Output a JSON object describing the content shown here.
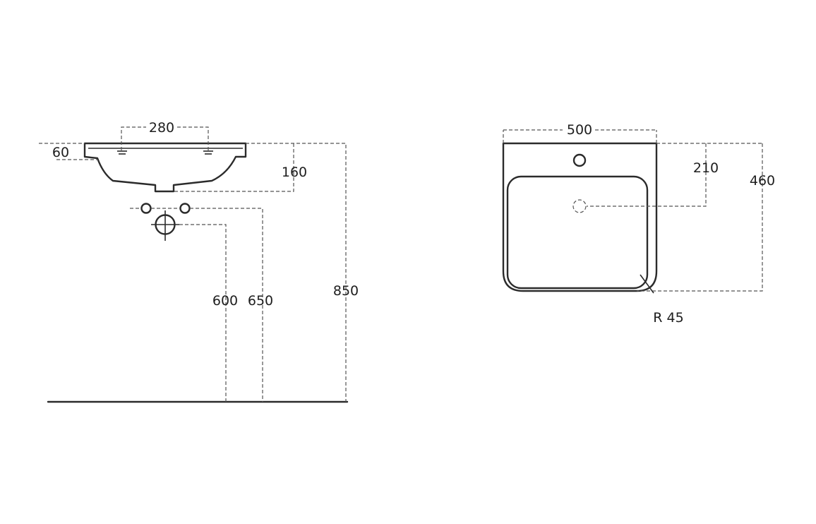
{
  "side_view": {
    "dim_tap_spacing": "280",
    "dim_rim_height": "60",
    "dim_waste_depth": "160",
    "dim_waste_height": "600",
    "dim_supply_height": "650",
    "dim_rim_floor_height": "850"
  },
  "top_view": {
    "dim_width": "500",
    "dim_waste_from_back": "210",
    "dim_depth": "460",
    "dim_corner_radius": "R 45"
  },
  "colors": {
    "line": "#2b2b2b",
    "dashed": "#555555",
    "background": "#ffffff"
  }
}
